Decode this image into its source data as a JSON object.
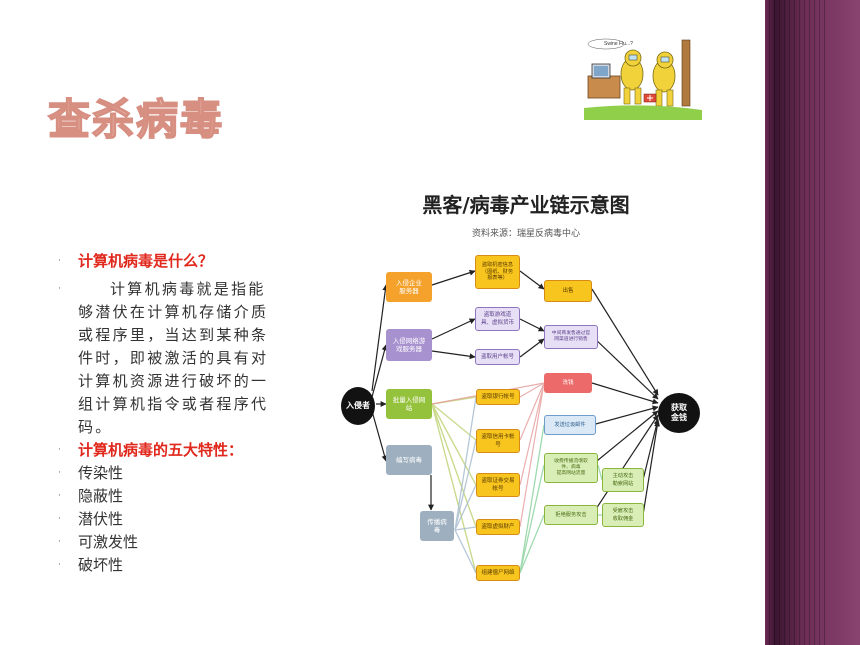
{
  "slide": {
    "title": "查杀病毒",
    "cartoon_caption": "Swine Flu...?"
  },
  "body": {
    "q1": "计算机病毒是什么？",
    "answer": "计算机病毒就是指能够潜伏在计算机存储介质或程序里，当达到某种条件时，即被激活的具有对计算机资源进行破坏的一组计算机指令或者程序代码。",
    "q2": "计算机病毒的五大特性：",
    "traits": [
      "传染性",
      "隐蔽性",
      "潜伏性",
      "可激发性",
      "破坏性"
    ],
    "bullet": "·"
  },
  "diagram": {
    "title": "黑客/病毒产业链示意图",
    "source": "资料来源：瑞星反病毒中心",
    "intruder": "入侵者",
    "money": "获取\n金钱",
    "col1": [
      "入侵企业\n服务器",
      "入侵网络游\n戏服务器",
      "批量入侵网\n站",
      "编写病毒",
      "传播病\n毒"
    ],
    "col2": [
      "盗取机密信息\n（图纸、财务\n报表等）",
      "盗取游戏道\n具、虚拟货币",
      "盗取用户帐号",
      "盗取银行帐号",
      "盗取信用卡帐\n号",
      "盗取证券交易\n帐号",
      "盗取虚拟财产",
      "组建僵尸网络"
    ],
    "col3": [
      "出售",
      "中间商发售通过官\n网渠道进行销售",
      "洗钱",
      "发送垃圾邮件",
      "收费传播流氓软\n件、病毒\n提高网站流量",
      "拒绝服务攻击"
    ],
    "col4": [
      "主动攻击\n勒索网站",
      "受雇攻击\n收取佣金"
    ]
  },
  "colors": {
    "accent": "#e0281c",
    "sidebar": "#6e2e57",
    "title_fill": "#f3d3c8",
    "title_stroke": "#d78f82"
  }
}
